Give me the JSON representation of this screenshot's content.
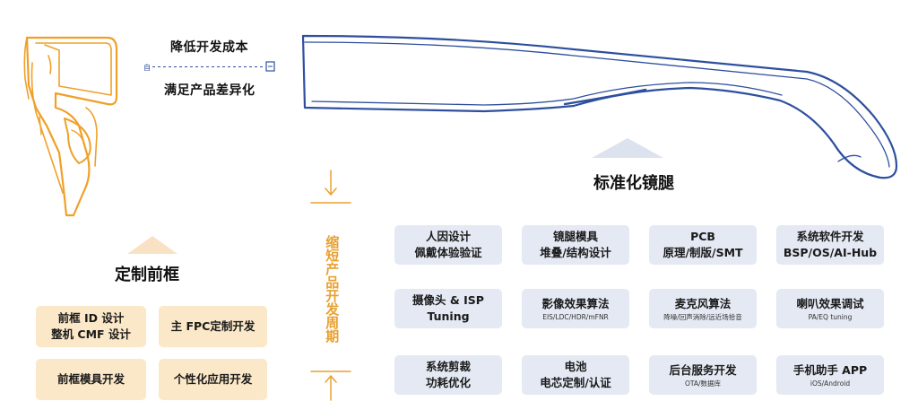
{
  "goals": [
    "降低开发成本",
    "满足产品差异化"
  ],
  "front": {
    "heading": "定制前框",
    "tiles": [
      {
        "lines": [
          "前框 ID 设计",
          "整机 CMF 设计"
        ]
      },
      {
        "lines": [
          "主 FPC定制开发"
        ]
      },
      {
        "lines": [
          "前框模具开发"
        ]
      },
      {
        "lines": [
          "个性化应用开发"
        ]
      }
    ]
  },
  "temple": {
    "heading": "标准化镜腿",
    "tiles": [
      {
        "title": "人因设计",
        "sub": "佩戴体验验证",
        "sub_small": false
      },
      {
        "title": "镜腿模具",
        "sub": "堆叠/结构设计",
        "sub_small": false
      },
      {
        "title": "PCB",
        "sub": "原理/制版/SMT",
        "sub_small": false
      },
      {
        "title": "系统软件开发",
        "sub": "BSP/OS/AI-Hub",
        "sub_small": false
      },
      {
        "title": "摄像头 & ISP",
        "sub": "Tuning",
        "sub_small": false
      },
      {
        "title": "影像效果算法",
        "sub": "EIS/LDC/HDR/mFNR",
        "sub_small": true
      },
      {
        "title": "麦克风算法",
        "sub": "降噪/回声消除/远近场拾音",
        "sub_small": true
      },
      {
        "title": "喇叭效果调试",
        "sub": "PA/EQ tuning",
        "sub_small": true
      },
      {
        "title": "系统剪裁",
        "sub": "功耗优化",
        "sub_small": false
      },
      {
        "title": "电池",
        "sub": "电芯定制/认证",
        "sub_small": false
      },
      {
        "title": "后台服务开发",
        "sub": "OTA/数据库",
        "sub_small": true
      },
      {
        "title": "手机助手 APP",
        "sub": "iOS/Android",
        "sub_small": true
      }
    ]
  },
  "cycle_label": "缩短产品开发周期",
  "colors": {
    "orange_accent": "#f0a028",
    "orange_tile": "#fbe8c8",
    "blue_accent": "#2e4f9e",
    "blue_tile": "#e4e9f3",
    "triangle_orange": "#f9e2c4",
    "triangle_blue": "#dde3ee"
  }
}
